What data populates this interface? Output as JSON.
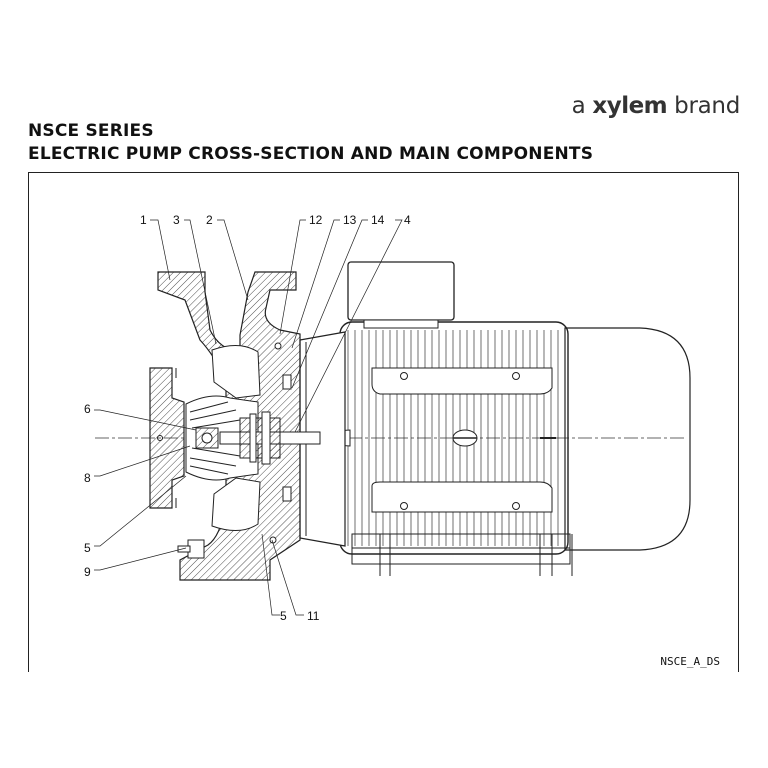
{
  "brand": {
    "prefix": "a ",
    "name": "xylem",
    "suffix": " brand"
  },
  "title": {
    "line1": "NSCE SERIES",
    "line2": "ELECTRIC PUMP CROSS-SECTION AND MAIN COMPONENTS"
  },
  "drawing_code": "NSCE_A_DS",
  "callouts": {
    "c1": "1",
    "c3": "3",
    "c2": "2",
    "c12": "12",
    "c13": "13",
    "c14": "14",
    "c4": "4",
    "c6": "6",
    "c8": "8",
    "c5a": "5",
    "c9": "9",
    "c5b": "5",
    "c11": "11"
  }
}
